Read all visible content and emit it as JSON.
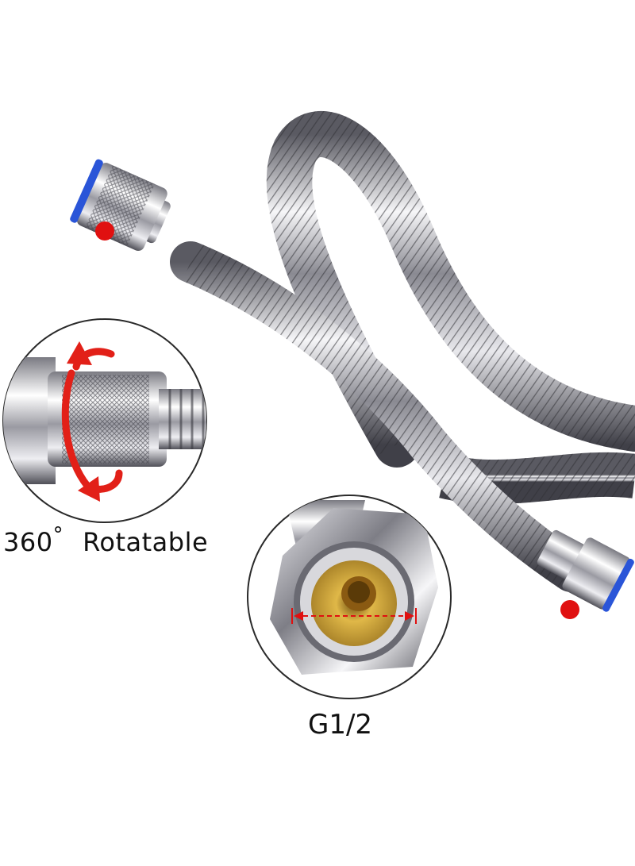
{
  "product_image": {
    "colors": {
      "chrome_light": "#f4f4f6",
      "chrome_dark": "#3a3a40",
      "seal_blue": "#2a55d8",
      "marker_red": "#e01010",
      "arrow_red": "#e22018",
      "brass": "#c89a2a"
    },
    "callouts": {
      "rotatable": {
        "value": "360",
        "degree_symbol": "°",
        "label": "Rotatable",
        "icon": "rotation-arrows-icon"
      },
      "thread_size": {
        "label": "G1/2",
        "icon": "dimension-arrow-icon"
      }
    }
  }
}
